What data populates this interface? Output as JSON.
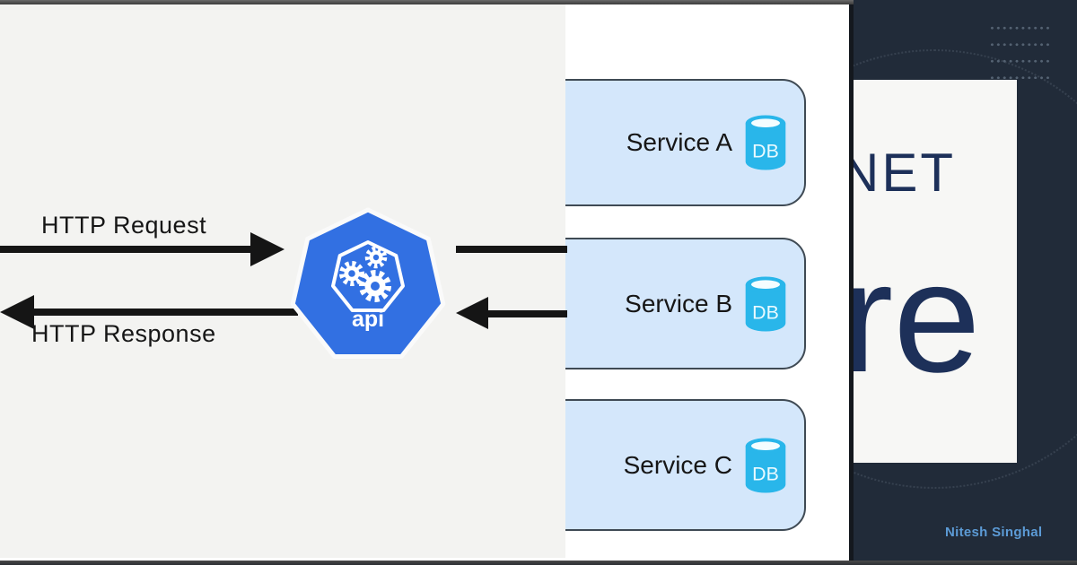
{
  "diagram": {
    "request_label": "HTTP Request",
    "response_label": "HTTP Response",
    "api_gateway": {
      "label": "api"
    },
    "services": [
      {
        "name": "Service A",
        "db": "DB"
      },
      {
        "name": "Service B",
        "db": "DB"
      },
      {
        "name": "Service C",
        "db": "DB"
      }
    ]
  },
  "cover": {
    "title_fragment_top": "NET",
    "title_fragment_bottom": "re",
    "author": "Nitesh Singhal"
  },
  "colors": {
    "left_panel_bg": "#f3f3f1",
    "arrow_black": "#151515",
    "kubernetes_blue": "#3270e2",
    "service_box_fill": "#d4e7fb",
    "service_box_border": "#3f4a54",
    "db_cyan": "#29b6ea",
    "right_panel_bg": "#212b39",
    "card_bg": "#f7f7f5",
    "title_navy": "#1d3059",
    "author_blue": "#5c9bd6"
  }
}
